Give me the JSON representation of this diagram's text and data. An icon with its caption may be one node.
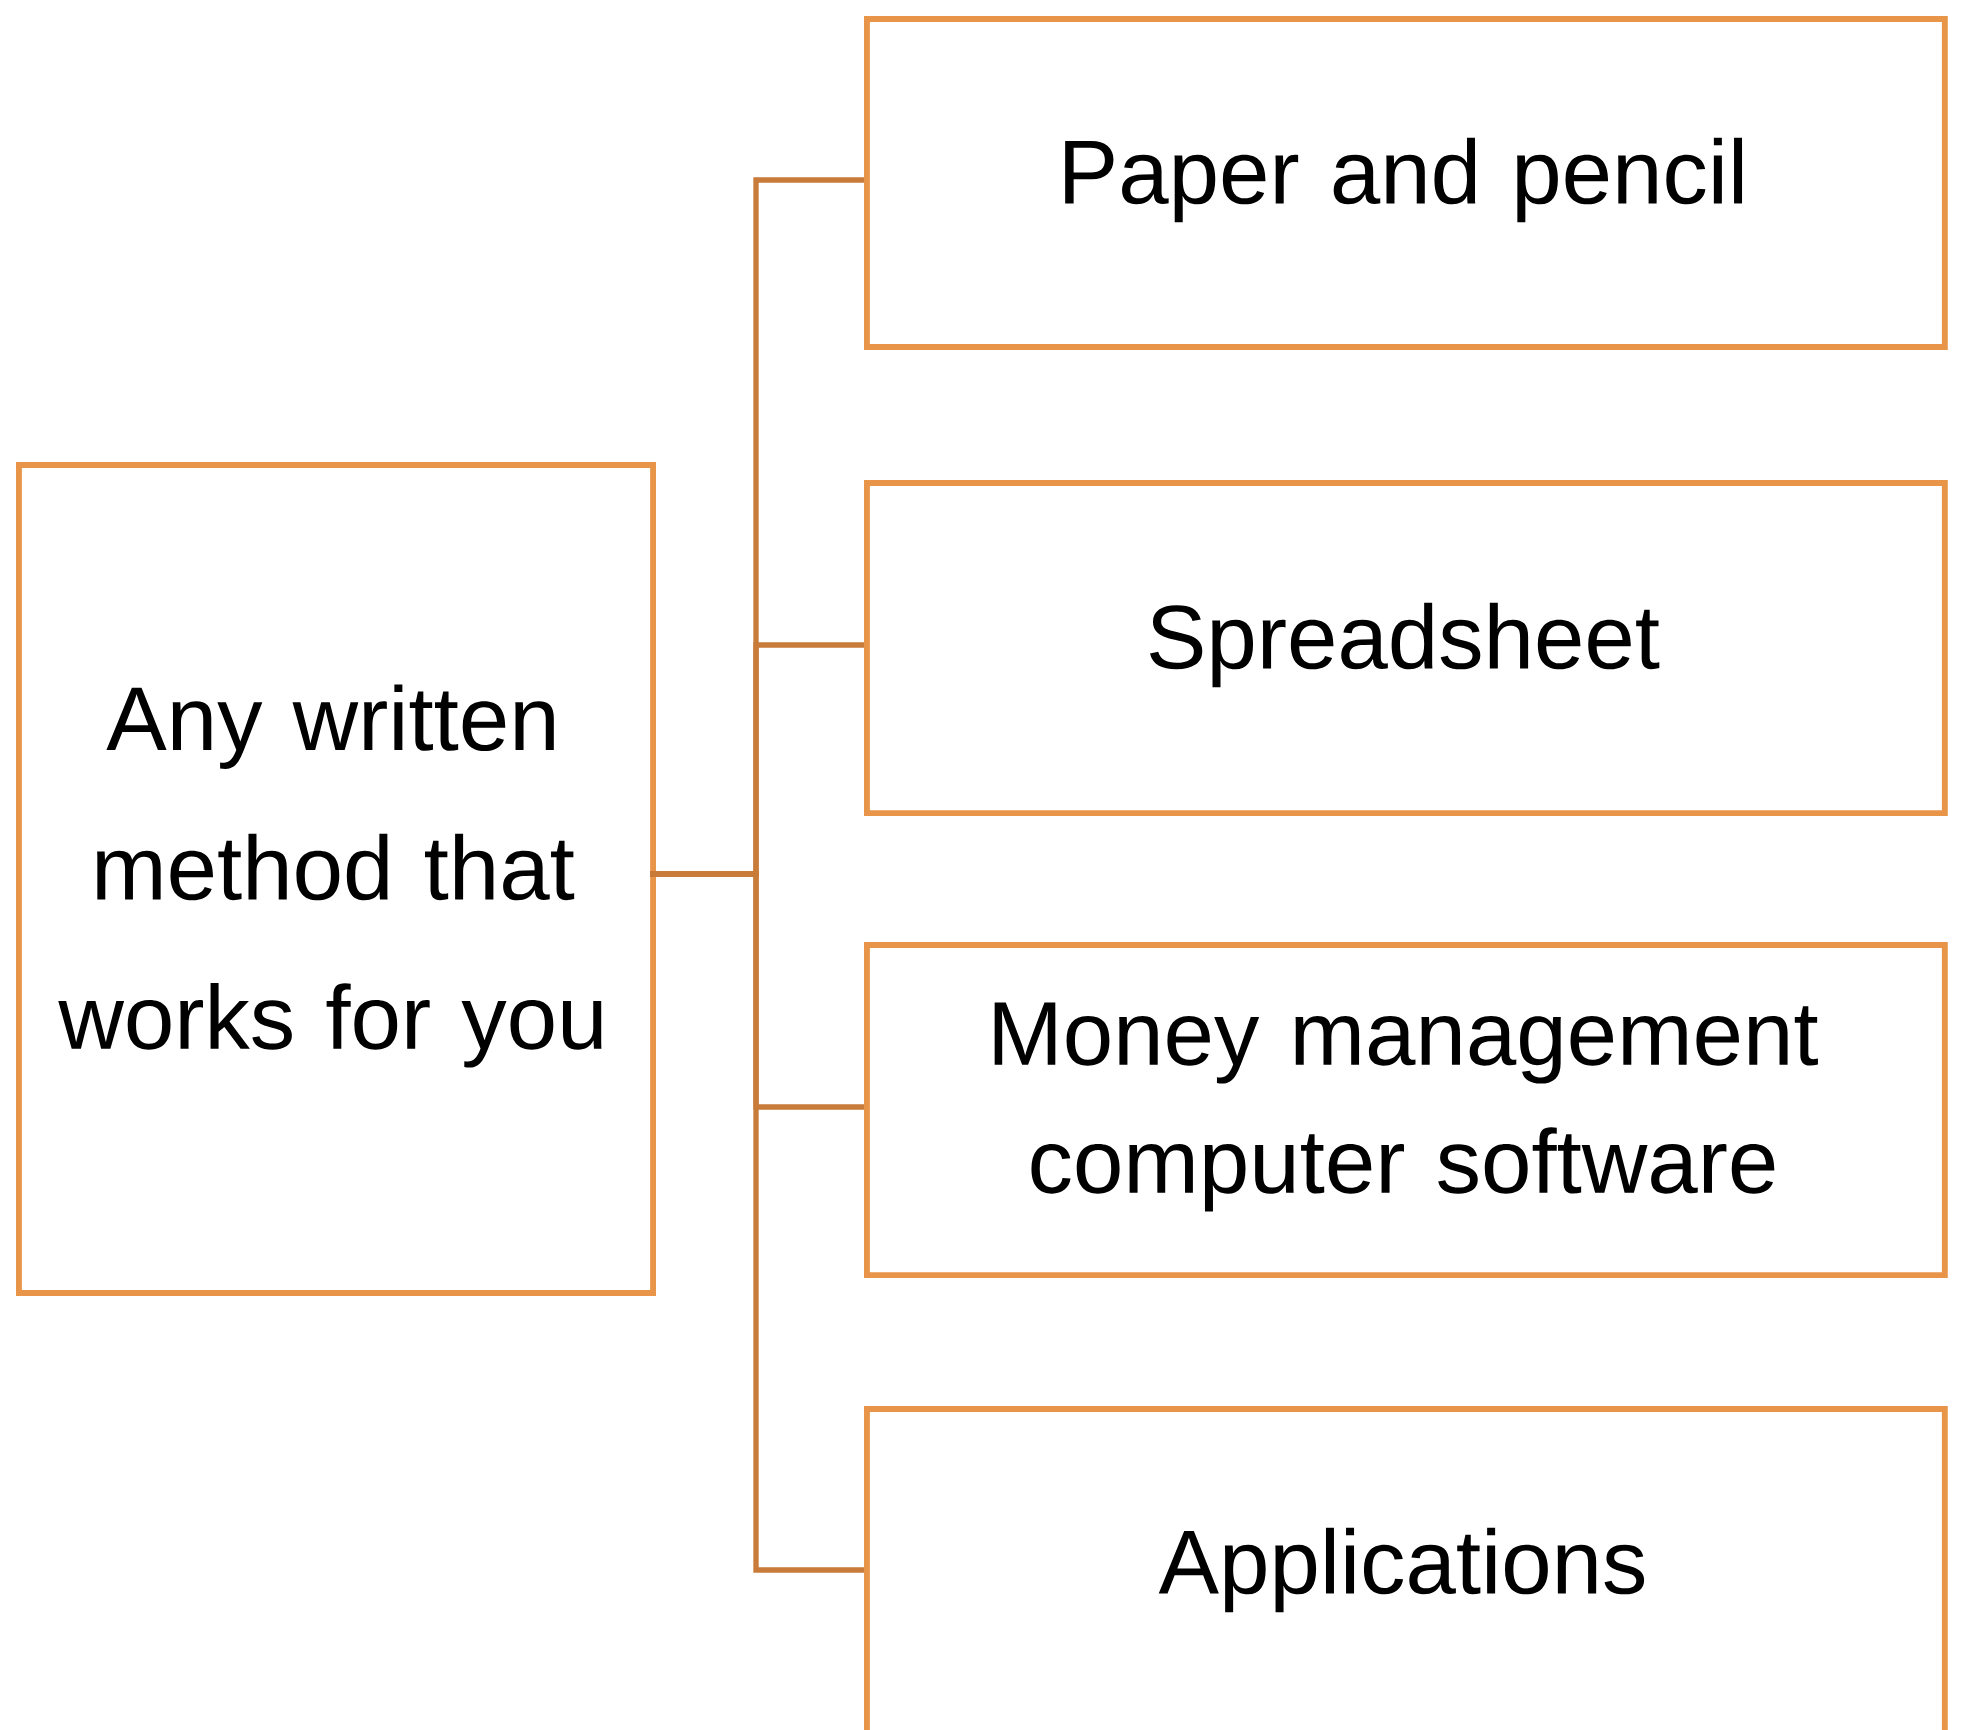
{
  "diagram": {
    "nodes": [
      {
        "text": [
          "Any written method that works for you"
        ]
      },
      {
        "text": [
          "Paper and pencil"
        ]
      },
      {
        "text": [
          "Spreadsheet"
        ]
      },
      {
        "text": [
          "Money management computer software"
        ]
      },
      {
        "text": [
          "Applications"
        ]
      }
    ],
    "edges": [
      {
        "from": 0,
        "to": 1,
        "arrow": "none"
      },
      {
        "from": 0,
        "to": 2,
        "arrow": "none"
      },
      {
        "from": 0,
        "to": 3,
        "arrow": "none"
      },
      {
        "from": 0,
        "to": 4,
        "arrow": "none"
      }
    ]
  }
}
